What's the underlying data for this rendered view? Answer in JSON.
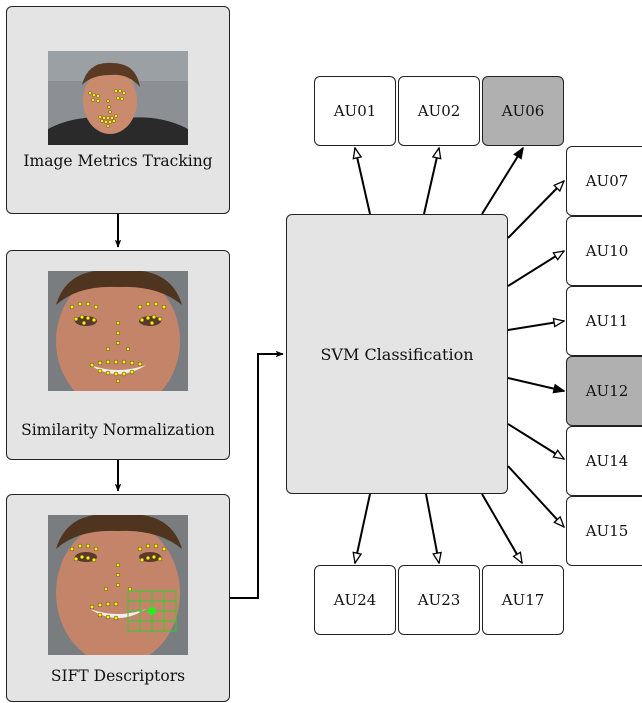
{
  "pipeline": {
    "step1_label": "Image Metrics Tracking",
    "step2_label": "Similarity Normalization",
    "step3_label": "SIFT Descriptors"
  },
  "classifier": {
    "label": "SVM Classification"
  },
  "action_units": {
    "top": [
      "AU01",
      "AU02",
      "AU06"
    ],
    "right": [
      "AU07",
      "AU10",
      "AU11",
      "AU12",
      "AU14",
      "AU15"
    ],
    "bottom": [
      "AU24",
      "AU23",
      "AU17"
    ],
    "highlighted": [
      "AU06",
      "AU12"
    ]
  },
  "colors": {
    "box_fill": "#e4e4e4",
    "highlight_fill": "#b0b0b0",
    "landmark": "#ffee00",
    "sift_grid": "#33cc33"
  }
}
